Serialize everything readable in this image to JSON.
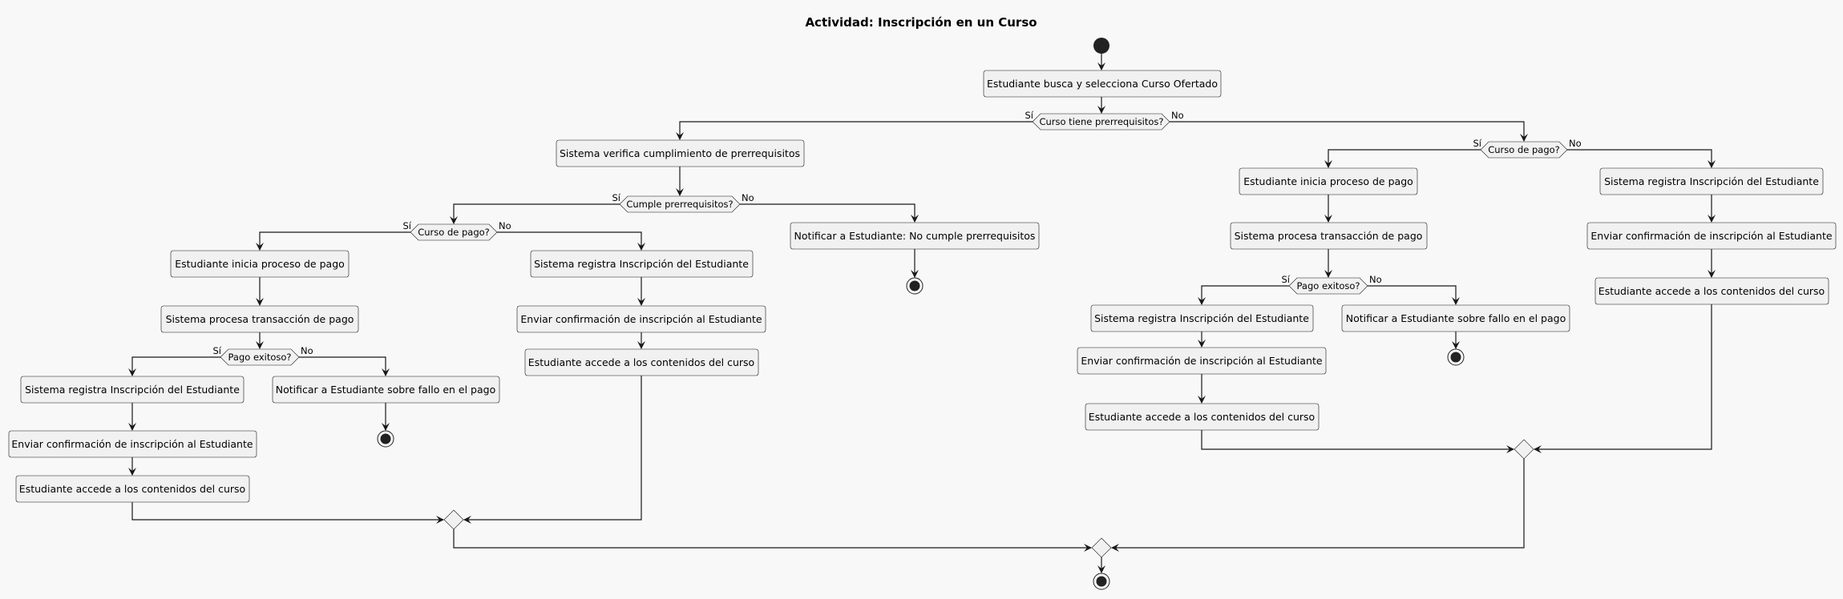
{
  "title": "Actividad: Inscripción en un Curso",
  "yes_label": "Sí",
  "no_label": "No",
  "activities": {
    "a0": "Estudiante busca y selecciona Curso Ofertado",
    "a1": "Sistema verifica cumplimiento de prerrequisitos",
    "a2": "Notificar a Estudiante: No cumple prerrequisitos",
    "a3": "Estudiante inicia proceso de pago",
    "a4": "Sistema procesa transacción de pago",
    "a5": "Sistema registra Inscripción del Estudiante",
    "a6": "Enviar confirmación de inscripción al Estudiante",
    "a7": "Estudiante accede a los contenidos del curso",
    "a8": "Notificar a Estudiante sobre fallo en el pago",
    "a9": "Sistema registra Inscripción del Estudiante",
    "a10": "Enviar confirmación de inscripción al Estudiante",
    "a11": "Estudiante accede a los contenidos del curso",
    "a12": "Estudiante inicia proceso de pago",
    "a13": "Sistema procesa transacción de pago",
    "a14": "Sistema registra Inscripción del Estudiante",
    "a15": "Enviar confirmación de inscripción al Estudiante",
    "a16": "Estudiante accede a los contenidos del curso",
    "a17": "Notificar a Estudiante sobre fallo en el pago",
    "a18": "Sistema registra Inscripción del Estudiante",
    "a19": "Enviar confirmación de inscripción al Estudiante",
    "a20": "Estudiante accede a los contenidos del curso"
  },
  "decisions": {
    "d0": "Curso tiene prerrequisitos?",
    "d1": "Cumple prerrequisitos?",
    "d2": "Curso de pago?",
    "d3": "Pago exitoso?",
    "d4": "Curso de pago?",
    "d5": "Pago exitoso?"
  }
}
